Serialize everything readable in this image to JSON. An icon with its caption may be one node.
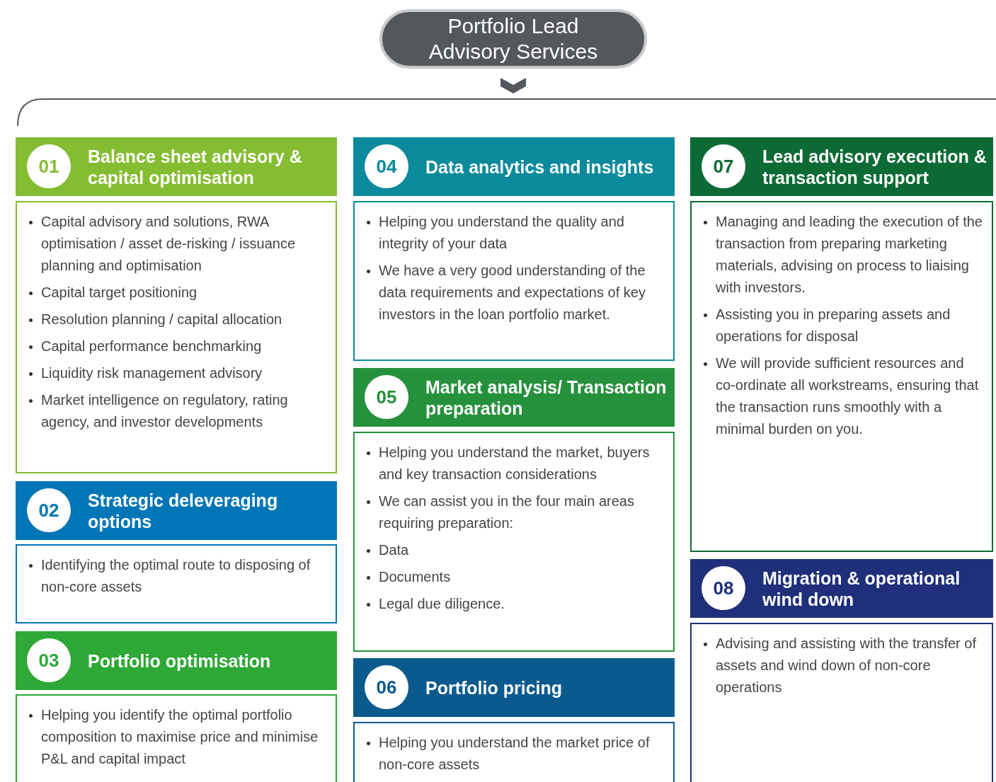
{
  "diagram": {
    "nodes": [
      {
        "text": [
          "Portfolio Lead Advisory Services"
        ]
      },
      {
        "text": [
          "Balance sheet advisory & capital optimisation"
        ]
      },
      {
        "text": [
          "01"
        ],
        "in": 1
      },
      {
        "text": [
          "Capital advisory and solutions, RWA optimisation / asset de-risking / issuance planning and optimisation",
          "Capital target positioning",
          "Resolution planning / capital allocation",
          "Capital performance benchmarking",
          "Liquidity risk management advisory",
          "Market intelligence on regulatory, rating agency, and investor developments"
        ]
      },
      {
        "text": [
          "Strategic deleveraging options"
        ]
      },
      {
        "text": [
          "02"
        ],
        "in": 4
      },
      {
        "text": [
          "Identifying the optimal route to disposing of non-core assets"
        ]
      },
      {
        "text": [
          "Portfolio optimisation"
        ]
      },
      {
        "text": [
          "03"
        ],
        "in": 7
      },
      {
        "text": [
          "Helping you identify the optimal portfolio composition to maximise price and minimise P&L and capital impact"
        ]
      },
      {
        "text": [
          "Data analytics and insights"
        ]
      },
      {
        "text": [
          "04"
        ],
        "in": 10
      },
      {
        "text": [
          "Helping you understand the quality and integrity of your data",
          "We have a very good understanding of the data requirements and expectations of key investors in the loan portfolio market."
        ]
      },
      {
        "text": [
          "Market analysis/ Transaction preparation"
        ]
      },
      {
        "text": [
          "05"
        ],
        "in": 13
      },
      {
        "text": [
          "Helping you understand the market, buyers and key transaction considerations",
          "We can assist you in the four main areas requiring preparation:",
          "Data",
          "Documents",
          "Legal due diligence."
        ]
      },
      {
        "text": [
          "Portfolio pricing"
        ]
      },
      {
        "text": [
          "06"
        ],
        "in": 16
      },
      {
        "text": [
          "Helping you understand the market price of non-core assets"
        ]
      },
      {
        "text": [
          "Lead advisory execution & transaction support"
        ]
      },
      {
        "text": [
          "07"
        ],
        "in": 19
      },
      {
        "text": [
          "Managing and leading the execution of the transaction from preparing marketing materials, advising on process to liaising with investors.",
          "Assisting you in preparing assets and operations for disposal",
          "We will provide sufficient resources and co-ordinate all workstreams, ensuring that the transaction runs smoothly with a minimal burden on you."
        ]
      },
      {
        "text": [
          "Migration & operational wind down"
        ]
      },
      {
        "text": [
          "08"
        ],
        "in": 22
      },
      {
        "text": [
          "Advising and assisting with the transfer of assets and wind down of non-core operations"
        ]
      }
    ]
  }
}
